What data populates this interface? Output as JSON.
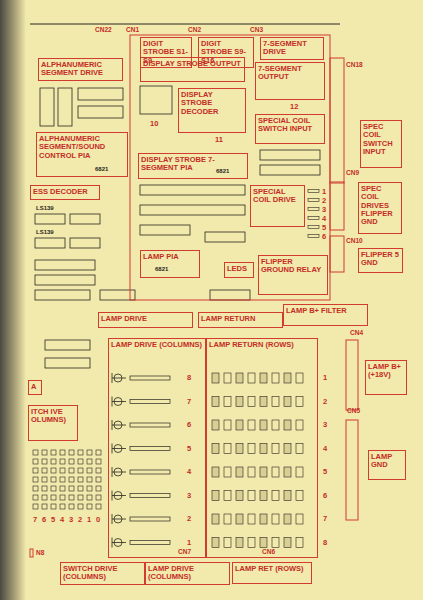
{
  "diagram": {
    "nodes": [
      {
        "text": [
          "ALPHANUMERIC SEGMENT DRIVE"
        ]
      },
      {
        "text": [
          "DIGIT STROBE S1-S9"
        ]
      },
      {
        "text": [
          "DIGIT STROBE S9-S16"
        ]
      },
      {
        "text": [
          "7-SEGMENT DRIVE"
        ]
      },
      {
        "text": [
          "DISPLAY STROBE OUTPUT"
        ]
      },
      {
        "text": [
          "7-SEGMENT OUTPUT"
        ]
      },
      {
        "text": [
          "SPECIAL COIL SWITCH INPUT"
        ]
      },
      {
        "text": [
          "DISPLAY STROBE DECODER"
        ]
      },
      {
        "text": [
          "SPEC COIL SWITCH INPUT"
        ]
      },
      {
        "text": [
          "ALPHANUMERIC SEGMENT/SOUND CONTROL PIA"
        ]
      },
      {
        "text": [
          "DISPLAY STROBE 7-SEGMENT PIA"
        ]
      },
      {
        "text": [
          "ESS DECODER"
        ]
      },
      {
        "text": [
          "SPECIAL COIL DRIVE"
        ]
      },
      {
        "text": [
          "SPEC COIL DRIVES FLIPPER GND"
        ]
      },
      {
        "text": [
          "LAMP PIA"
        ]
      },
      {
        "text": [
          "LEDS"
        ]
      },
      {
        "text": [
          "FLIPPER GROUND RELAY"
        ]
      },
      {
        "text": [
          "FLIPPER 5 GND"
        ]
      },
      {
        "text": [
          "LAMP DRIVE"
        ]
      },
      {
        "text": [
          "LAMP RETURN"
        ]
      },
      {
        "text": [
          "LAMP B+ FILTER"
        ]
      },
      {
        "text": [
          "LAMP B+ (+18V)"
        ]
      },
      {
        "text": [
          "LAMP GND"
        ]
      },
      {
        "text": [
          "LAMP DRIVE (COLUMNS)"
        ]
      },
      {
        "text": [
          "LAMP RETURN (ROWS)"
        ]
      },
      {
        "text": [
          "A"
        ]
      },
      {
        "text": [
          "ITCH IVE OLUMNS)"
        ]
      },
      {
        "text": [
          "SWITCH DRIVE (COLUMNS)"
        ]
      },
      {
        "text": [
          "LAMP DRIVE (COLUMNS)"
        ]
      },
      {
        "text": [
          "LAMP RET (ROWS)"
        ]
      }
    ],
    "labels": [
      "CN22",
      "CN1",
      "CN2",
      "CN3",
      "CN18",
      "CN9",
      "CN10",
      "CN4",
      "CN5",
      "CN6",
      "CN7",
      "N8",
      "10",
      "11",
      "12",
      "8",
      "7",
      "6",
      "5",
      "4",
      "3",
      "2",
      "1",
      "1",
      "2",
      "3",
      "4",
      "5",
      "6",
      "7",
      "8",
      "1",
      "2",
      "3",
      "4",
      "5",
      "6",
      "7",
      "6",
      "5",
      "4",
      "3",
      "2",
      "1",
      "0",
      "6821",
      "6821",
      "6821",
      "LS139",
      "LS139"
    ]
  }
}
